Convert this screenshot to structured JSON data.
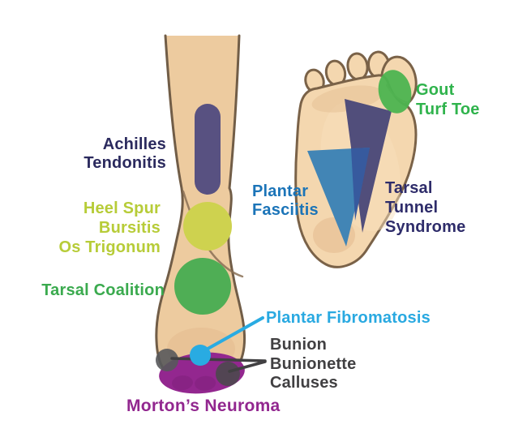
{
  "canvas": {
    "background": "#FFFFFF"
  },
  "colors": {
    "skin_leg": "#EDCB9F",
    "skin_sole": "#F4D7AF",
    "outline_leg": "#715D47",
    "outline_sole": "#7A6248",
    "contour": "#8A7055",
    "shading": "#E2B88C",
    "highlight": "#F8E0BC",
    "crease": "#A8875F",
    "achilles_band": "#585181",
    "heel_circle": "#CED24F",
    "coalition_circle": "#4FAE55",
    "gout_circle": "#4CB450",
    "fasciitis_triangle": "#4285B5",
    "tunnel_triangle": "#514E7B",
    "triangle_overlap": "#375A9E",
    "neuroma_blob": "#93278F",
    "neuroma_blob_dark": "#7E2079",
    "bunion_dot": "#58595B",
    "bunionette_dot": "#4A4A4C",
    "fibroma_dot": "#29ABE2",
    "callout_dark": "#414042",
    "callout_cyan": "#29ABE2"
  },
  "labels": {
    "achilles": {
      "line1": "Achilles",
      "line2": "Tendonitis",
      "color": "#2B2A5E"
    },
    "heel_spur": {
      "line1": "Heel Spur",
      "line2": "Bursitis",
      "line3": "Os Trigonum",
      "color": "#B7CC38"
    },
    "tarsal_coalition": {
      "text": "Tarsal Coalition",
      "color": "#3AAA4E"
    },
    "plantar_fasciitis": {
      "line1": "Plantar",
      "line2": "Fasciitis",
      "color": "#1B74B8"
    },
    "gout_turf_toe": {
      "line1": "Gout",
      "line2": "Turf Toe",
      "color": "#2FB34C"
    },
    "tarsal_tunnel": {
      "line1": "Tarsal",
      "line2": "Tunnel",
      "line3": "Syndrome",
      "color": "#2E2C6A"
    },
    "plantar_fibromatosis": {
      "text": "Plantar Fibromatosis",
      "color": "#29A9E1"
    },
    "bunion_group": {
      "line1": "Bunion",
      "line2": "Bunionette",
      "line3": "Calluses",
      "color": "#414042"
    },
    "mortons_neuroma": {
      "text": "Morton’s Neuroma",
      "color": "#92278F"
    }
  }
}
